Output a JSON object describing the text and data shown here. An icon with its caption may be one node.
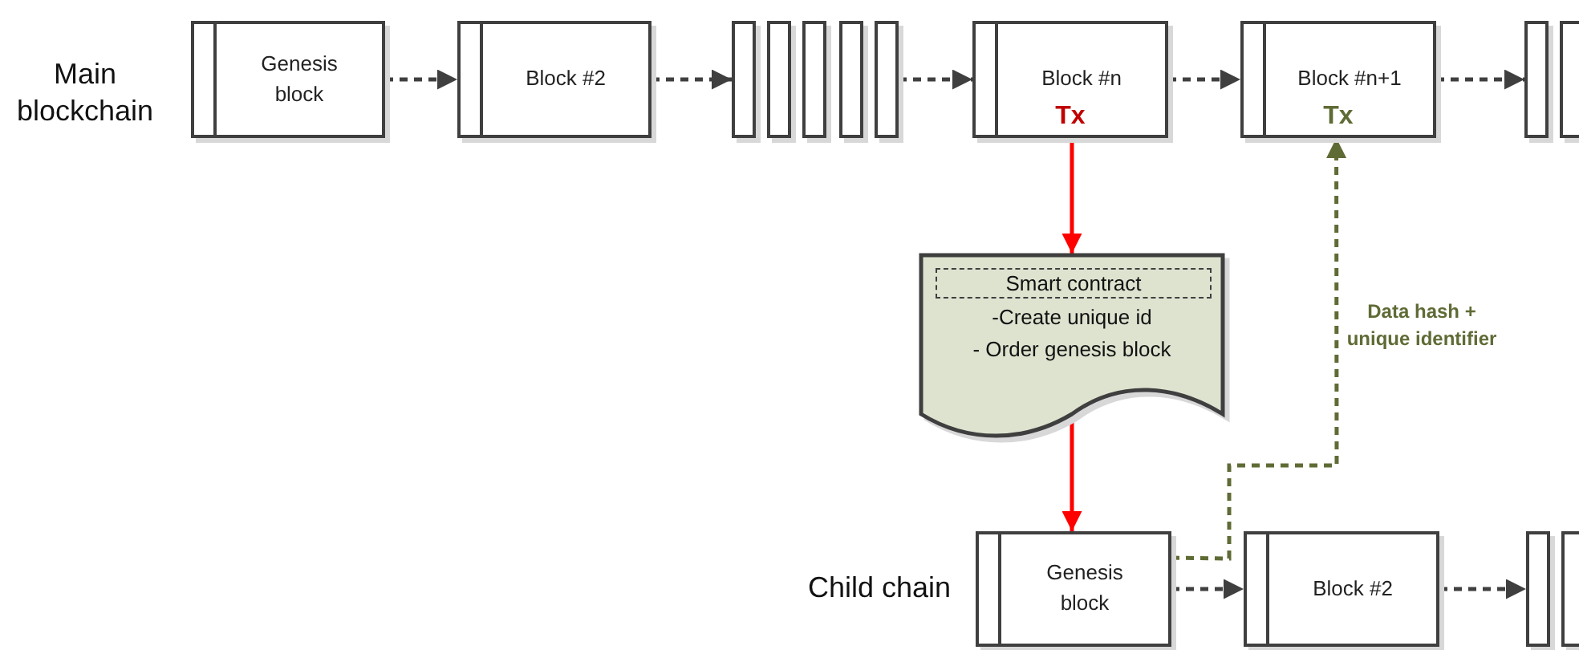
{
  "diagram": {
    "nodes": [
      {
        "text": [
          "Genesis block"
        ]
      },
      {
        "text": [
          "Block #2"
        ]
      },
      {
        "text": [],
        "shape": "bar"
      },
      {
        "text": [],
        "shape": "bar"
      },
      {
        "text": [],
        "shape": "bar"
      },
      {
        "text": [],
        "shape": "bar"
      },
      {
        "text": [],
        "shape": "bar"
      },
      {
        "text": [
          "Block #n",
          "Tx"
        ]
      },
      {
        "text": [
          "Block #n+1",
          "Tx"
        ]
      },
      {
        "text": [],
        "shape": "bar"
      },
      {
        "text": [],
        "shape": "bar"
      },
      {
        "text": [
          "Smart contract",
          "-Create unique id",
          "- Order genesis block"
        ]
      },
      {
        "text": [
          "Genesis block"
        ]
      },
      {
        "text": [
          "Block #2"
        ]
      },
      {
        "text": [],
        "shape": "bar"
      },
      {
        "text": [],
        "shape": "bar"
      }
    ],
    "edges": [
      {
        "from": 0,
        "to": 1,
        "arrow": "to",
        "style": "dashed"
      },
      {
        "from": 1,
        "to": 2,
        "arrow": "to",
        "style": "dashed"
      },
      {
        "from": 6,
        "to": 7,
        "arrow": "to",
        "style": "dashed"
      },
      {
        "from": 7,
        "to": 8,
        "arrow": "to",
        "style": "dashed"
      },
      {
        "from": 8,
        "to": 9,
        "arrow": "to",
        "style": "dashed"
      },
      {
        "from": 7,
        "to": 11,
        "arrow": "to",
        "color": "#ff0000"
      },
      {
        "from": 11,
        "to": 12,
        "arrow": "to",
        "color": "#ff0000"
      },
      {
        "from": 12,
        "to": 8,
        "arrow": "to",
        "style": "dashed",
        "color": "#5f6b35",
        "label": "Data hash + unique identifier"
      },
      {
        "from": 12,
        "to": 13,
        "arrow": "to",
        "style": "dashed"
      },
      {
        "from": 13,
        "to": 14,
        "arrow": "to",
        "style": "dashed"
      }
    ],
    "labels": [
      "Main blockchain",
      "Child chain"
    ]
  }
}
